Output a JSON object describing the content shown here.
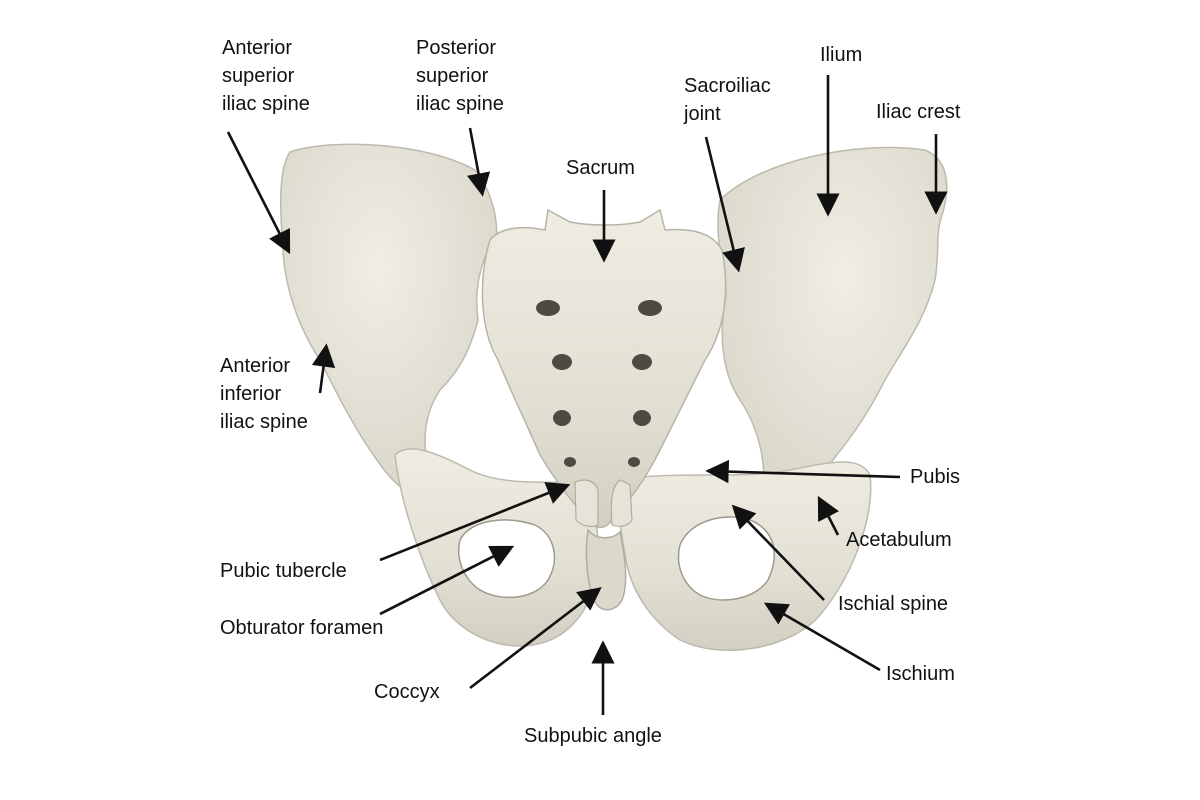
{
  "colors": {
    "bone": "#e4e1d5",
    "bone_light": "#f1efe6",
    "bone_shadow": "#a9a697",
    "foramen": "#4d4a43",
    "arrow": "#111111"
  },
  "labels": {
    "asis": [
      "Anterior",
      "superior",
      "iliac spine"
    ],
    "psis": [
      "Posterior",
      "superior",
      "iliac spine"
    ],
    "sacroiliac": [
      "Sacroiliac",
      "joint"
    ],
    "ilium": "Ilium",
    "iliac_crest": "Iliac crest",
    "sacrum": "Sacrum",
    "aiis": [
      "Anterior",
      "inferior",
      "iliac spine"
    ],
    "pubis": "Pubis",
    "acetabulum": "Acetabulum",
    "pubic_tubercle": "Pubic tubercle",
    "obturator": "Obturator foramen",
    "ischial_spine": "Ischial spine",
    "ischium": "Ischium",
    "coccyx": "Coccyx",
    "subpubic": "Subpubic angle"
  }
}
